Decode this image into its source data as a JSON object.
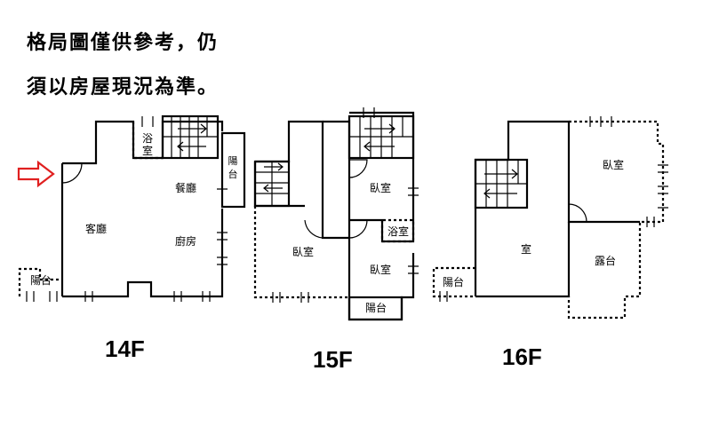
{
  "disclaimer": {
    "line1": "格局圖僅供參考，仍",
    "line2": "須以房屋現況為準。"
  },
  "floors": [
    {
      "label": "14F",
      "rooms": {
        "bath": "浴室",
        "balcony_right": "陽台",
        "dining": "餐廳",
        "living": "客廳",
        "kitchen": "廚房",
        "balcony_left": "陽台"
      }
    },
    {
      "label": "15F",
      "rooms": {
        "bedroom_top": "臥室",
        "bath": "浴室",
        "bedroom_left": "臥室",
        "bedroom_bottom": "臥室",
        "balcony": "陽台"
      }
    },
    {
      "label": "16F",
      "rooms": {
        "bedroom": "臥室",
        "room": "室",
        "terrace": "露台",
        "balcony": "陽台"
      }
    }
  ],
  "entry_arrow_color": "#e02020"
}
